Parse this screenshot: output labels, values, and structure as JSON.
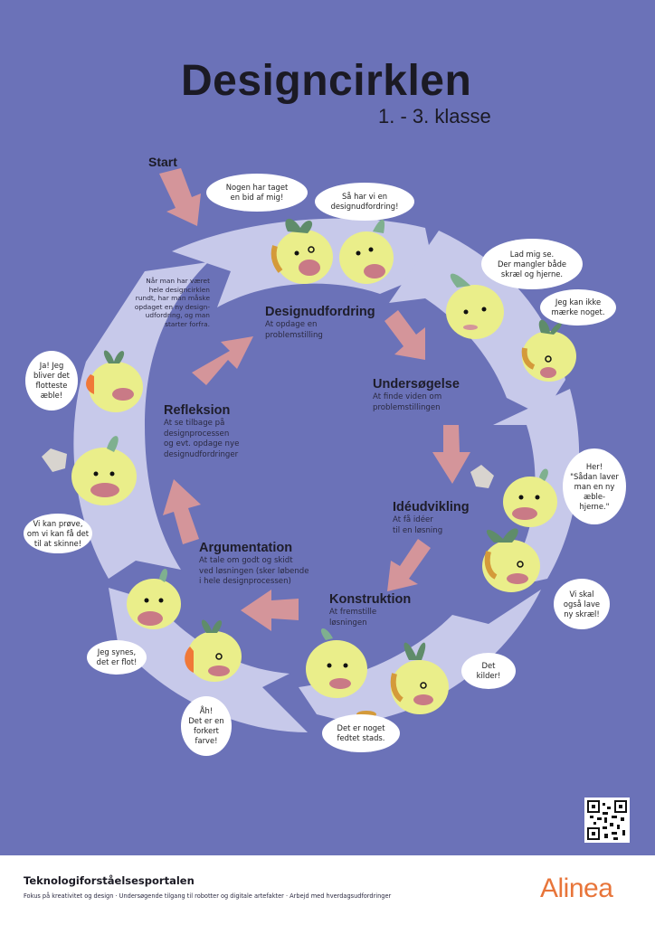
{
  "poster": {
    "title": "Designcirklen",
    "subtitle": "1. - 3. klasse",
    "start_label": "Start",
    "colors": {
      "background": "#6b72b8",
      "ring": "#c7c9ea",
      "arrow": "#d4959a",
      "apple": "#eaee8a",
      "leaf": "#5f8c6a",
      "bubble": "#ffffff",
      "text": "#1b1a24",
      "brand": "#e8753a"
    }
  },
  "phases": [
    {
      "title": "Designudfordring",
      "description": "At opdage en\nproblemstilling"
    },
    {
      "title": "Undersøgelse",
      "description": "At finde viden om\nproblemstillingen"
    },
    {
      "title": "Idéudvikling",
      "description": "At få idéer\ntil en løsning"
    },
    {
      "title": "Konstruktion",
      "description": "At fremstille\nløsningen"
    },
    {
      "title": "Argumentation",
      "description": "At tale om godt og skidt\nved løsningen (sker løbende\ni hele designprocessen)"
    },
    {
      "title": "Refleksion",
      "description": "At se tilbage på\ndesignprocessen\nog evt. opdage nye\ndesignudfordringer"
    }
  ],
  "note": "Når man har været\nhele designcirklen\nrundt, har man måske\nopdaget en ny design-\nudfordring, og man\nstarter forfra.",
  "bubbles": [
    "Nogen har taget\nen bid af mig!",
    "Så har vi en\ndesignudfordring!",
    "Lad mig se.\nDer mangler både\nskræl og hjerne.",
    "Jeg kan ikke\nmærke noget.",
    "Her!\n\"Sådan laver\nman en ny\næble-\nhjerne.\"",
    "Vi skal\nogså lave\nny skræl!",
    "Det\nkilder!",
    "Det er noget\nfedtet stads.",
    "Åh!\nDet er en\nforkert\nfarve!",
    "Jeg synes,\ndet er flot!",
    "Vi kan prøve,\nom vi kan få det\ntil at skinne!",
    "Ja! Jeg\nbliver det\nflotteste\næble!"
  ],
  "footer": {
    "brand": "Teknologiforståelsesportalen",
    "tagline": "Fokus på kreativitet og design · Undersøgende tilgang til robotter og digitale artefakter · Arbejd med hverdagsudfordringer",
    "logo": "Alinea"
  }
}
